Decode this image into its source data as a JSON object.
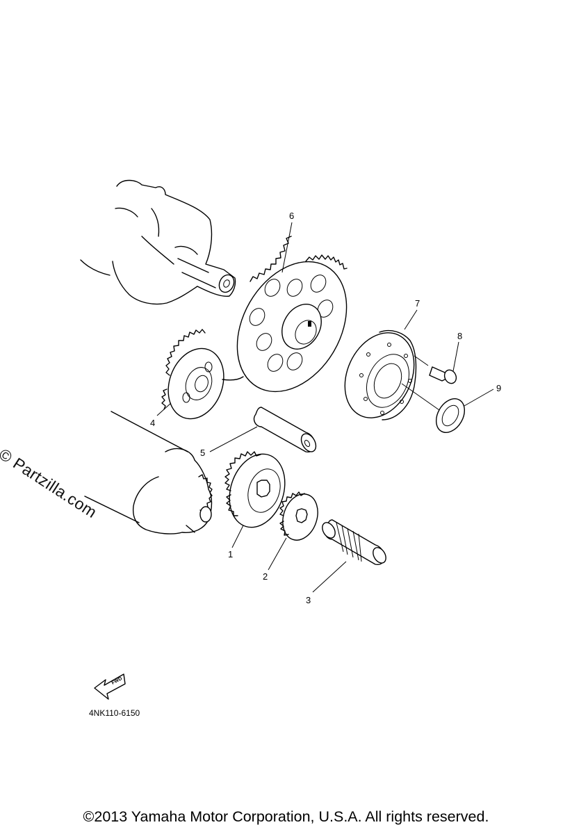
{
  "watermark": "© Partzilla.com",
  "diagram_code": "4NK110-6150",
  "fwd_label": "FWD",
  "copyright": "©2013 Yamaha Motor Corporation, U.S.A. All rights reserved.",
  "callouts": {
    "c1": "1",
    "c2": "2",
    "c3": "3",
    "c4": "4",
    "c5": "5",
    "c6": "6",
    "c7": "7",
    "c8": "8",
    "c9": "9"
  }
}
